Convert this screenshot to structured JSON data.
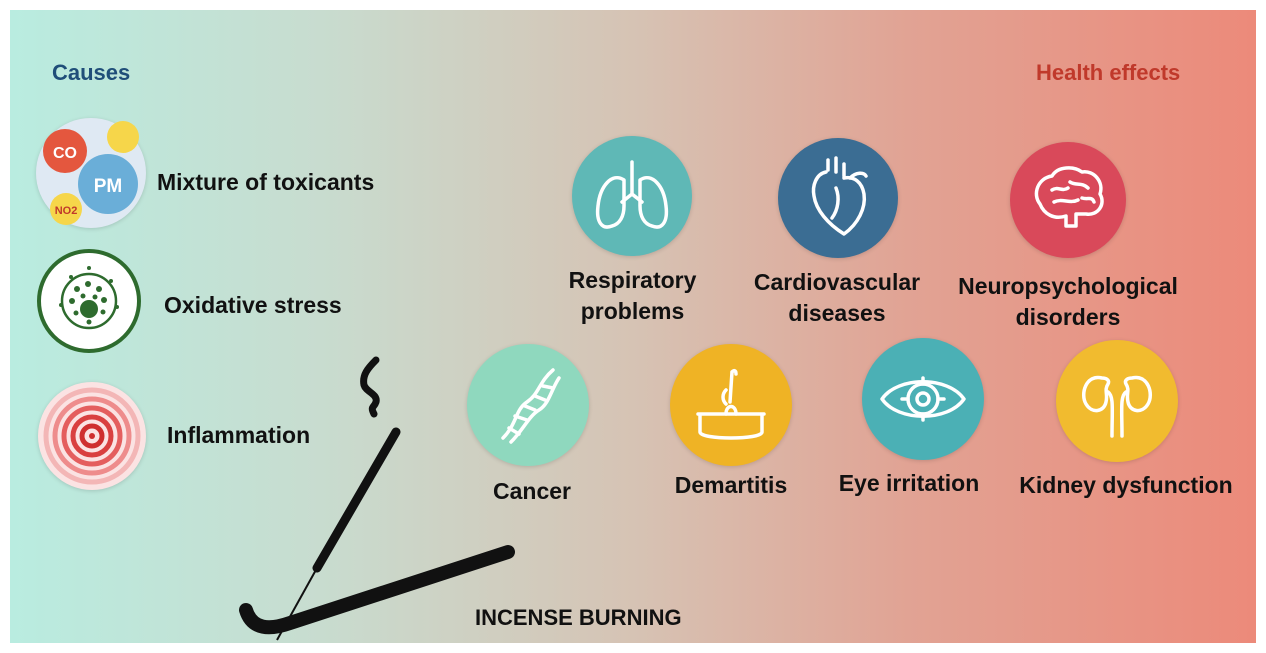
{
  "headings": {
    "causes": "Causes",
    "effects": "Health effects"
  },
  "colors": {
    "causes_heading": "#1f4e79",
    "effects_heading": "#c0392b",
    "respiratory": "#5fb8b6",
    "cardiovascular": "#3b6d93",
    "neuro": "#d9495a",
    "cancer": "#8fd8be",
    "dermatitis": "#efb325",
    "eye": "#4bb0b5",
    "kidney": "#f1bb2f"
  },
  "causes": [
    {
      "label": "Mixture of toxicants",
      "icon": "toxicant-mixture-icon",
      "badges": [
        "CO",
        "PM",
        "NO2"
      ]
    },
    {
      "label": "Oxidative stress",
      "icon": "cell-icon"
    },
    {
      "label": "Inflammation",
      "icon": "inflammation-rings-icon"
    }
  ],
  "effects_top": [
    {
      "line1": "Respiratory",
      "line2": "problems",
      "icon": "lungs-icon"
    },
    {
      "line1": "Cardiovascular",
      "line2": "diseases",
      "icon": "heart-icon"
    },
    {
      "line1": "Neuropsychological",
      "line2": "disorders",
      "icon": "brain-icon"
    }
  ],
  "effects_bottom": [
    {
      "label": "Cancer",
      "icon": "dna-icon"
    },
    {
      "label": "Demartitis",
      "icon": "skin-follicle-icon"
    },
    {
      "label": "Eye irritation",
      "icon": "eye-icon"
    },
    {
      "label": "Kidney dysfunction",
      "icon": "kidneys-icon"
    }
  ],
  "bottom_label": "INCENSE BURNING"
}
